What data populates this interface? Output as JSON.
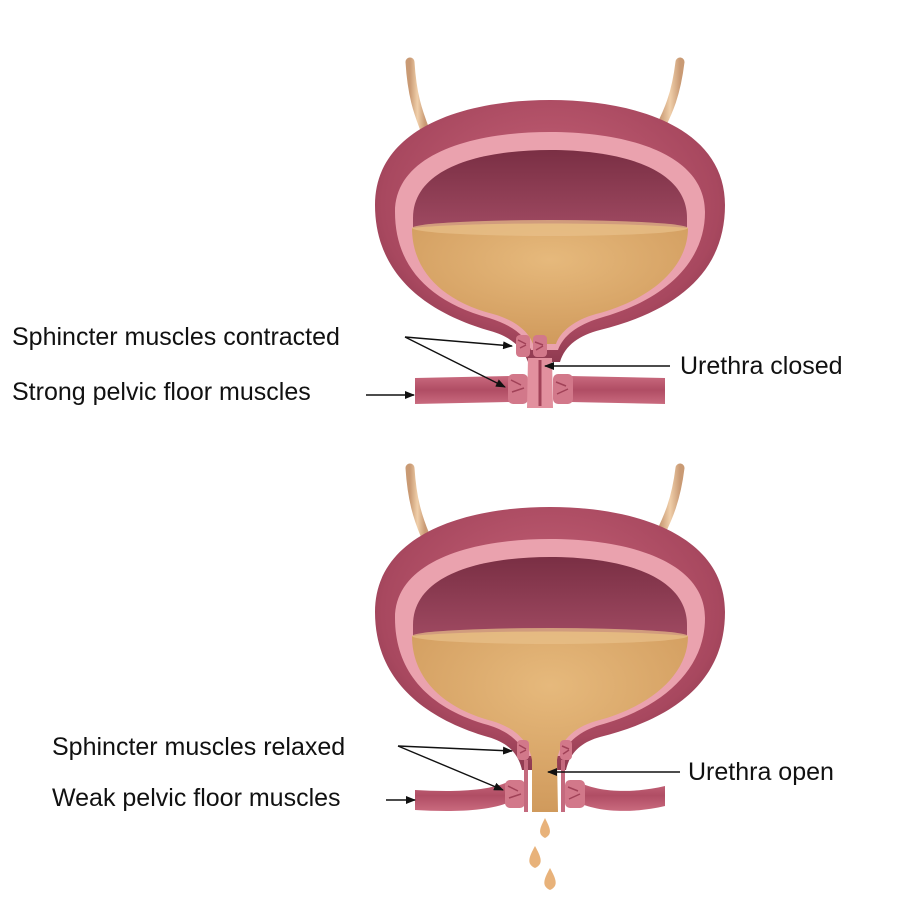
{
  "panels": [
    {
      "state": "closed",
      "labels": {
        "sphincter": "Sphincter muscles contracted",
        "pelvic_floor": "Strong pelvic floor muscles",
        "urethra": "Urethra closed"
      }
    },
    {
      "state": "open",
      "labels": {
        "sphincter": "Sphincter muscles relaxed",
        "pelvic_floor": "Weak pelvic floor muscles",
        "urethra": "Urethra open"
      }
    }
  ],
  "colors": {
    "bladder_wall": "#a8485f",
    "bladder_inner": "#e8a0ac",
    "lumen": "#8c3a50",
    "urine": "#d9a86a",
    "ureter": "#e0b890",
    "muscle": "#c05a70",
    "droplet": "#e8b27a",
    "text": "#111111"
  }
}
